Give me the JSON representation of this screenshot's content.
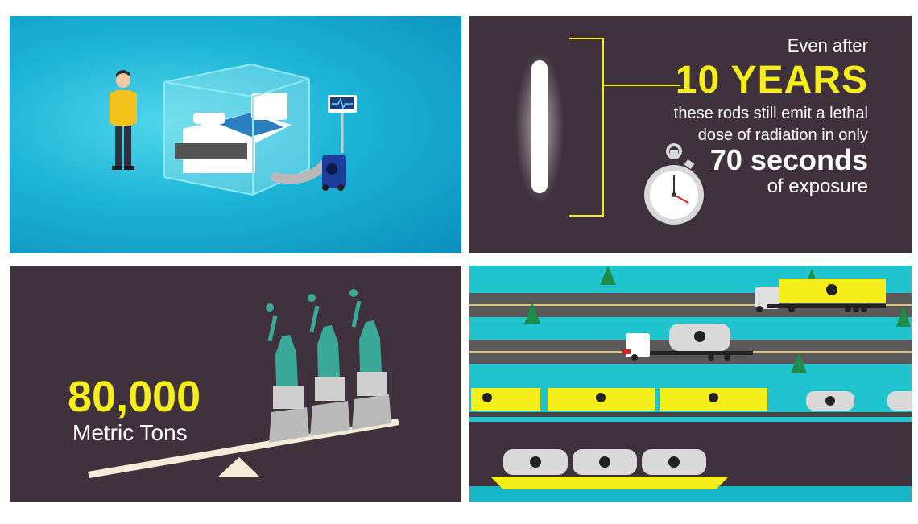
{
  "panels": {
    "radiation": {
      "line1": "Even after",
      "years": "10 YEARS",
      "line2": "these rods still emit a lethal",
      "line3": "dose of radiation in only",
      "seconds": "70 seconds",
      "line4": "of exposure"
    },
    "weight": {
      "number": "80,000",
      "unit": "Metric Tons"
    }
  },
  "colors": {
    "accent_yellow": "#f6ee1b",
    "panel_dark": "#3f323c",
    "teal": "#1fc4cf",
    "statue_green": "#3aa99a"
  },
  "icons": [
    "person-icon",
    "isolation-bed-icon",
    "heart-monitor-icon",
    "fuel-rod-icon",
    "stopwatch-icon",
    "statue-of-liberty-icon",
    "seesaw-icon",
    "truck-icon",
    "train-icon",
    "barge-icon",
    "tree-icon",
    "radiation-symbol-icon"
  ]
}
